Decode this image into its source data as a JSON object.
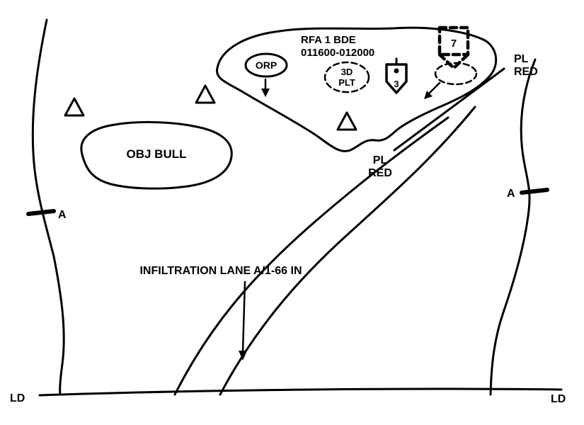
{
  "diagram": {
    "rfa": {
      "name_line": "RFA 1 BDE",
      "time_line": "011600-012000"
    },
    "orp": {
      "label": "ORP"
    },
    "platoon": {
      "line1": "3D",
      "line2": "PLT"
    },
    "passage_point": {
      "number": "3"
    },
    "checkpoint_box": {
      "number": "7"
    },
    "phase_line_upper": {
      "line1": "PL",
      "line2": "RED"
    },
    "phase_line_lower": {
      "line1": "PL",
      "line2": "RED"
    },
    "objective": {
      "label": "OBJ BULL"
    },
    "boundary_left": {
      "label": "A"
    },
    "boundary_right": {
      "label": "A"
    },
    "infiltration_lane": {
      "label": "INFILTRATION LANE A/1-66 IN"
    },
    "line_of_departure": {
      "left": "LD",
      "right": "LD"
    },
    "colors": {
      "ink": "#000000",
      "paper": "#ffffff"
    }
  }
}
